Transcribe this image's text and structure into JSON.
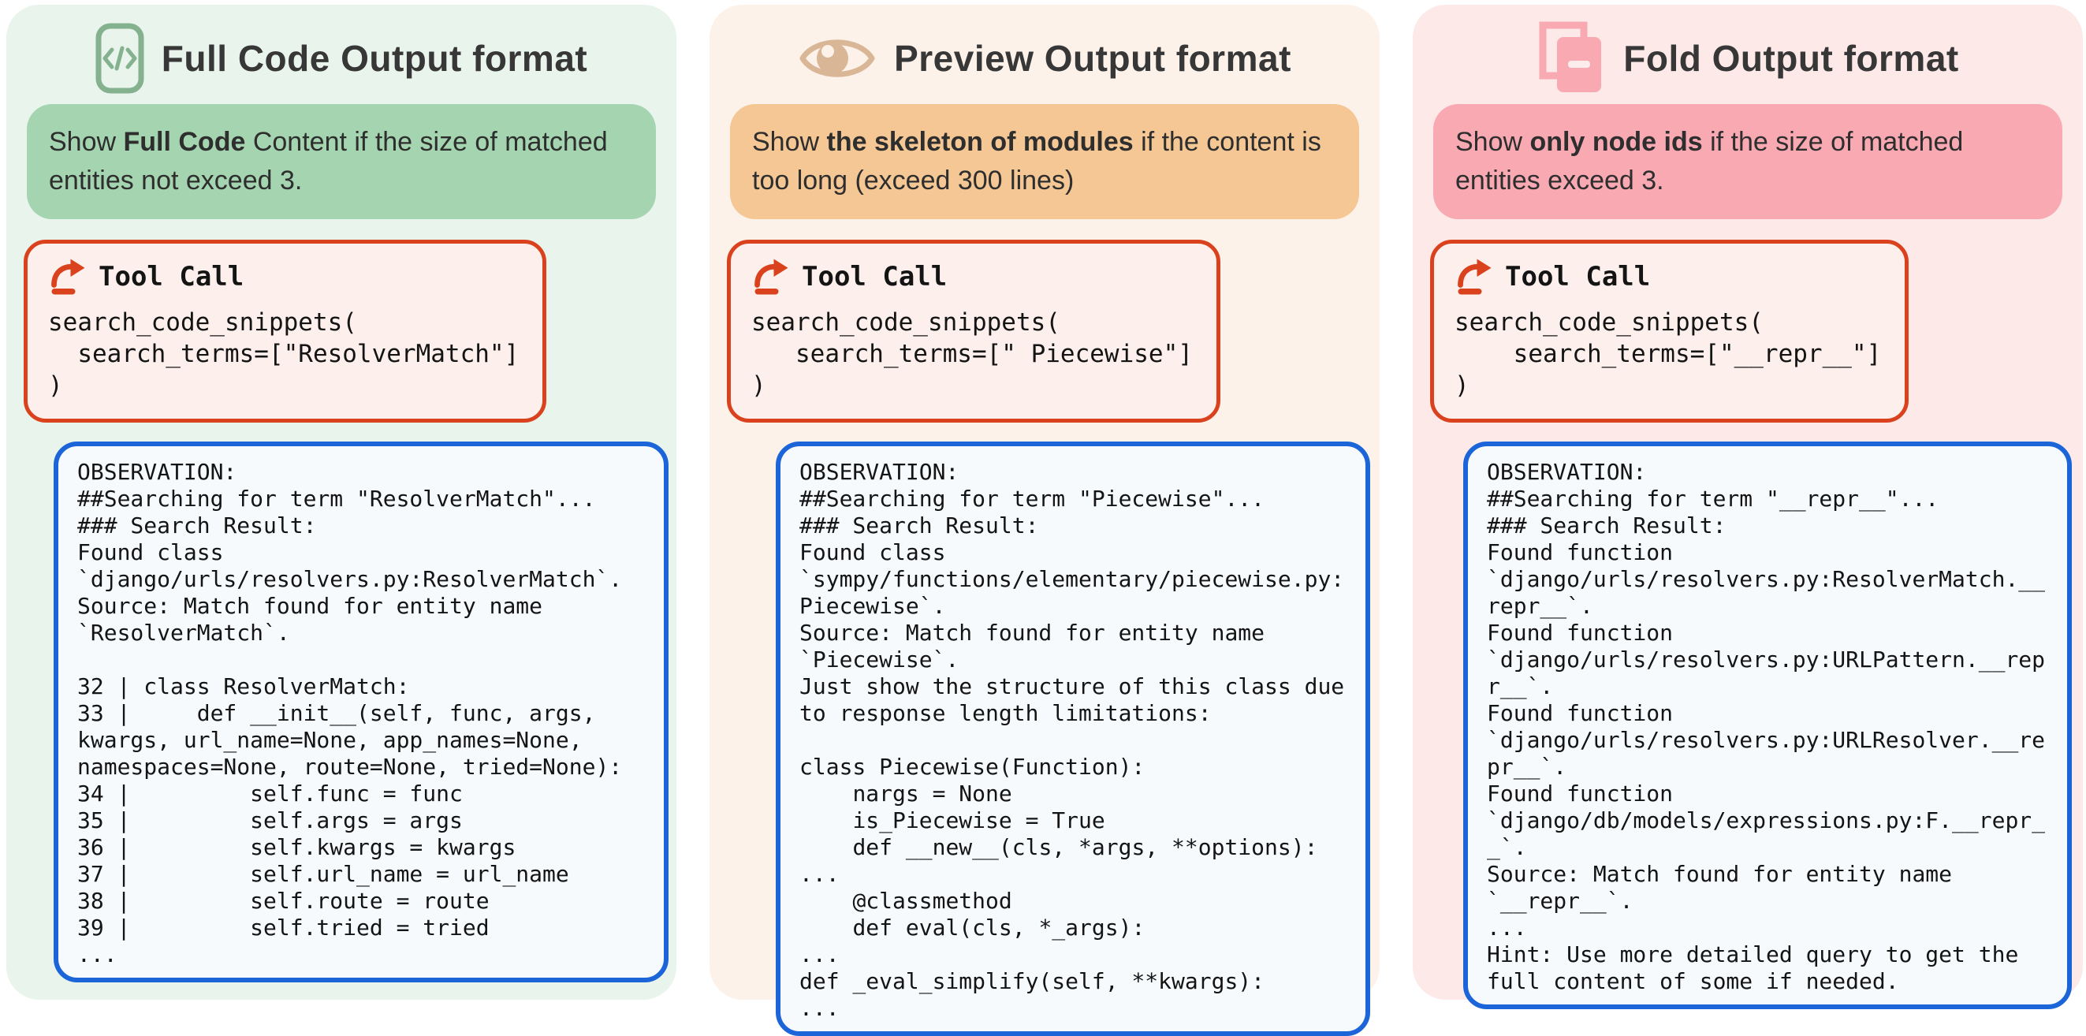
{
  "colors": {
    "panel_full_code_bg": "#e9f4ec",
    "panel_preview_bg": "#fdf2ea",
    "panel_fold_bg": "#fce9e8",
    "desc_full_code_bg": "#a5d5b0",
    "desc_preview_bg": "#f4c795",
    "desc_fold_bg": "#f9a9b2",
    "tool_call_border": "#d9421c",
    "tool_call_bg": "#fdf0ec",
    "observation_border": "#1b65d9",
    "observation_bg": "#f7fafd",
    "code_icon_green": "#84b18e",
    "eye_icon_tan": "#d9b695",
    "pages_icon_pink": "#f9a9b2",
    "title_text": "#373737"
  },
  "panels": [
    {
      "icon": "code-icon",
      "title": "Full Code Output format",
      "description": {
        "prefix": "Show ",
        "bold": "Full Code",
        "suffix": " Content if the size of matched entities not exceed 3."
      },
      "tool_call": {
        "label": "Tool Call",
        "code": "search_code_snippets(\n  search_terms=[\"ResolverMatch\"]\n)"
      },
      "observation": "OBSERVATION:\n##Searching for term \"ResolverMatch\"...\n### Search Result:\nFound class\n`django/urls/resolvers.py:ResolverMatch`.\nSource: Match found for entity name\n`ResolverMatch`.\n\n32 | class ResolverMatch:\n33 |     def __init__(self, func, args,\nkwargs, url_name=None, app_names=None,\nnamespaces=None, route=None, tried=None):\n34 |         self.func = func\n35 |         self.args = args\n36 |         self.kwargs = kwargs\n37 |         self.url_name = url_name\n38 |         self.route = route\n39 |         self.tried = tried\n..."
    },
    {
      "icon": "eye-icon",
      "title": "Preview Output format",
      "description": {
        "prefix": "Show ",
        "bold": "the skeleton of modules",
        "suffix": " if the content is too long (exceed 300 lines)"
      },
      "tool_call": {
        "label": "Tool Call",
        "code": "search_code_snippets(\n   search_terms=[\" Piecewise\"]\n)"
      },
      "observation": "OBSERVATION:\n##Searching for term \"Piecewise\"...\n### Search Result:\nFound class\n`sympy/functions/elementary/piecewise.py:\nPiecewise`.\nSource: Match found for entity name\n`Piecewise`.\nJust show the structure of this class due\nto response length limitations:\n\nclass Piecewise(Function):\n    nargs = None\n    is_Piecewise = True\n    def __new__(cls, *args, **options):\n...\n    @classmethod\n    def eval(cls, *_args):\n...\ndef _eval_simplify(self, **kwargs):\n..."
    },
    {
      "icon": "pages-icon",
      "title": "Fold Output format",
      "description": {
        "prefix": "Show ",
        "bold": "only node ids",
        "suffix": " if the size of matched entities exceed 3."
      },
      "tool_call": {
        "label": "Tool Call",
        "code": "search_code_snippets(\n    search_terms=[\"__repr__\"]\n)"
      },
      "observation": "OBSERVATION:\n##Searching for term \"__repr__\"...\n### Search Result:\nFound function\n`django/urls/resolvers.py:ResolverMatch.__\nrepr__`.\nFound function\n`django/urls/resolvers.py:URLPattern.__rep\nr__`.\nFound function\n`django/urls/resolvers.py:URLResolver.__re\npr__`.\nFound function\n`django/db/models/expressions.py:F.__repr_\n_`.\nSource: Match found for entity name\n`__repr__`.\n...\nHint: Use more detailed query to get the\nfull content of some if needed."
    }
  ]
}
